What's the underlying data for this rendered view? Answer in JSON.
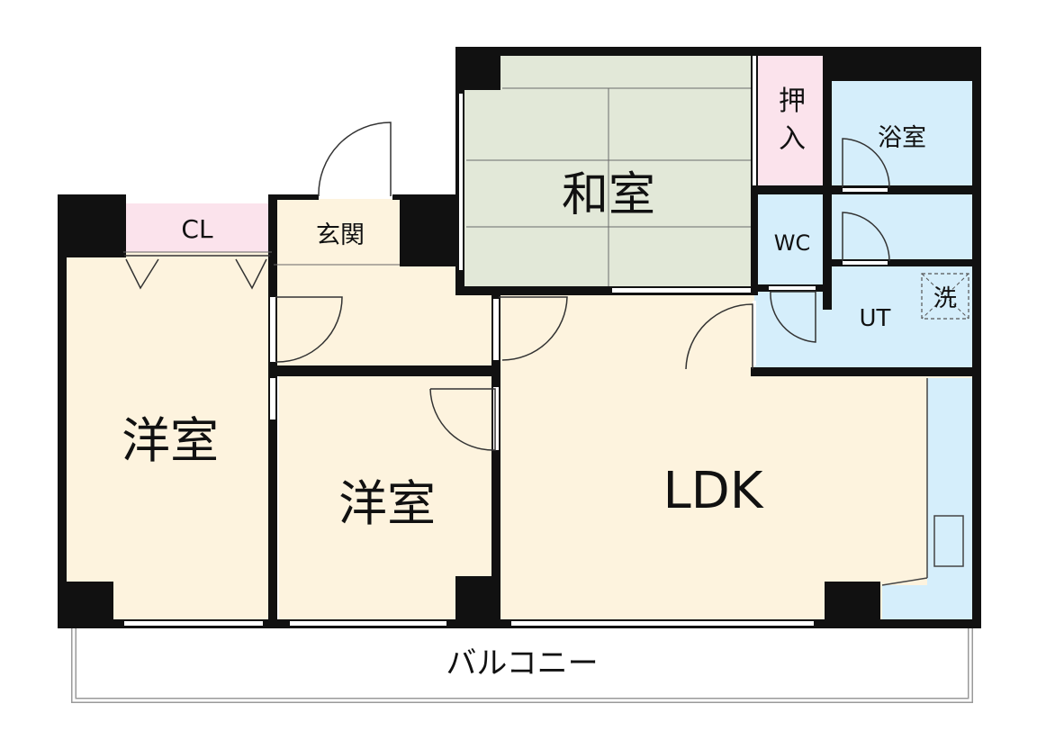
{
  "rooms": {
    "western_left": "洋室",
    "western_center": "洋室",
    "ldk": "LDK",
    "japanese": "和室",
    "entrance": "玄関",
    "closet": "CL",
    "oshiire_1": "押",
    "oshiire_2": "入",
    "bath": "浴室",
    "wc": "WC",
    "utility": "UT",
    "washer": "洗",
    "balcony": "バルコニー"
  },
  "colors": {
    "wall": "#111111",
    "floor_wood": "#fdf3de",
    "tatami": "#e2e8d8",
    "wet_area": "#d5eefb",
    "storage_pink": "#fbe3ec",
    "balcony_outline": "#9a9a9a"
  },
  "icons": [
    "door-swing-icon",
    "sliding-door-icon",
    "washer-space-icon",
    "kitchen-sink-icon"
  ]
}
